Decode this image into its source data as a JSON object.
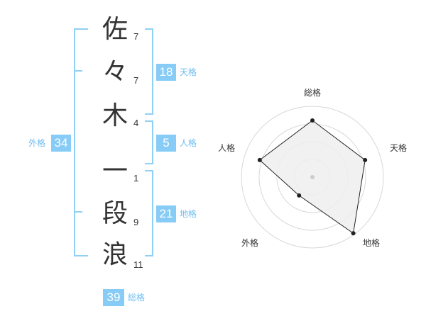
{
  "name": [
    {
      "char": "佐",
      "strokes": "7"
    },
    {
      "char": "々",
      "strokes": "7"
    },
    {
      "char": "木",
      "strokes": "4"
    },
    {
      "char": "一",
      "strokes": "1"
    },
    {
      "char": "段",
      "strokes": "9"
    },
    {
      "char": "浪",
      "strokes": "11"
    }
  ],
  "fortunes": {
    "tenkaku": {
      "value": "18",
      "label": "天格"
    },
    "jinkaku": {
      "value": "5",
      "label": "人格"
    },
    "chikaku": {
      "value": "21",
      "label": "地格"
    },
    "gaikaku": {
      "value": "34",
      "label": "外格"
    },
    "soukaku": {
      "value": "39",
      "label": "総格"
    }
  },
  "radar": {
    "labels": {
      "top": "総格",
      "right": "天格",
      "bottom_right": "地格",
      "bottom_left": "外格",
      "left": "人格"
    },
    "values": [
      0.8,
      0.78,
      0.98,
      0.32,
      0.78
    ],
    "colors": {
      "fill": "#eeeeee",
      "stroke": "#222222",
      "ring": "#d8d8d8",
      "center": "#cccccc"
    }
  }
}
